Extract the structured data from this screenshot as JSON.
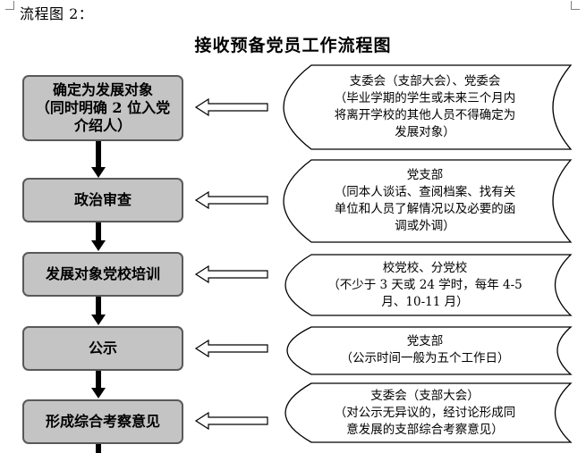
{
  "page_label": "流程图 2：",
  "title": "接收预备党员工作流程图",
  "steps": [
    {
      "label_line1": "确定为发展对象",
      "label_line2": "（同时明确 2 位入党",
      "label_line3": "介绍人）",
      "note": {
        "line1": "支委会（支部大会）、党委会",
        "line2": "（毕业学期的学生或未来三个月内",
        "line3": "将离开学校的其他人员不得确定为",
        "line4": "发展对象）"
      }
    },
    {
      "label_line1": "政治审查",
      "note": {
        "line1": "党支部",
        "line2": "（同本人谈话、查阅档案、找有关",
        "line3": "单位和人员了解情况以及必要的函",
        "line4": "调或外调）"
      }
    },
    {
      "label_line1": "发展对象党校培训",
      "note": {
        "line1": "校党校、分党校",
        "line2": "（不少于 3 天或 24 学时，每年 4-5",
        "line3": "月、10-11 月）"
      }
    },
    {
      "label_line1": "公示",
      "note": {
        "line1": "党支部",
        "line2": "（公示时间一般为五个工作日）"
      }
    },
    {
      "label_line1": "形成综合考察意见",
      "note": {
        "line1": "支委会（支部大会）",
        "line2": "（对公示无异议的，经讨论形成同",
        "line3": "意发展的支部综合考察意见）"
      }
    }
  ]
}
